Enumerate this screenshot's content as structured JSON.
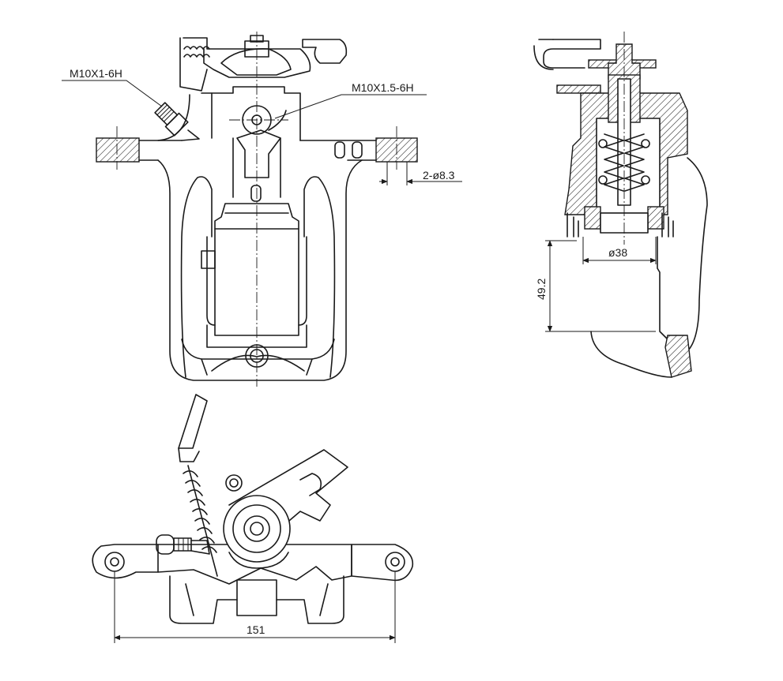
{
  "annotations": {
    "thread_inlet": "M10X1-6H",
    "thread_bleed": "M10X1.5-6H",
    "mount_holes": "2-ø8.3",
    "piston_diameter": "ø38",
    "height": "49.2",
    "mount_span": "151"
  },
  "colors": {
    "line": "#1a1a1a",
    "background": "#ffffff"
  }
}
